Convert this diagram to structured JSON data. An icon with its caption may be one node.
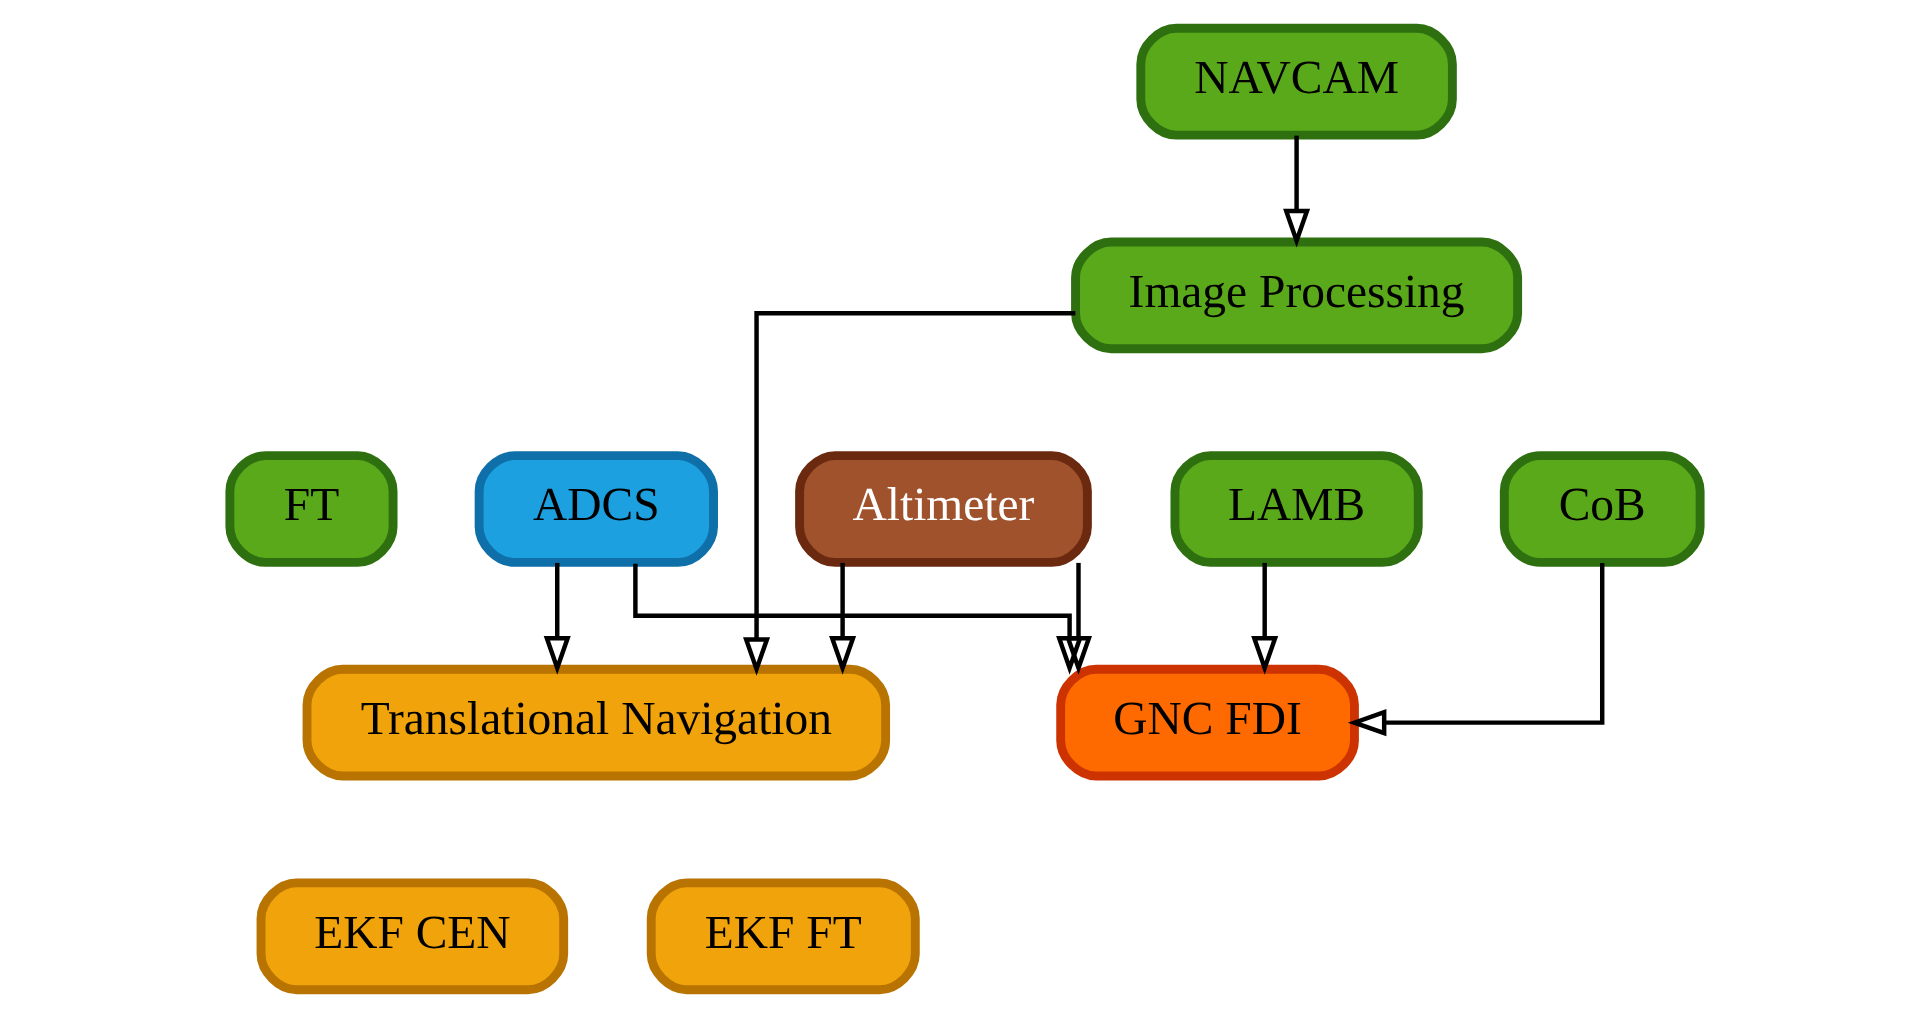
{
  "diagram": {
    "nodes": [
      {
        "text": [
          "NAVCAM"
        ]
      },
      {
        "text": [
          "ADCS"
        ]
      },
      {
        "text": [
          "Image Processing"
        ]
      },
      {
        "text": [
          "LAMB"
        ]
      },
      {
        "text": [
          "CoB"
        ]
      },
      {
        "text": [
          "FT"
        ]
      },
      {
        "text": [
          "Translational Navigation"
        ]
      },
      {
        "text": [
          "EKF CEN"
        ]
      },
      {
        "text": [
          "EKF FT"
        ]
      },
      {
        "text": [
          "Altimeter"
        ]
      },
      {
        "text": [
          "GNC FDI"
        ]
      }
    ],
    "edges": [
      {
        "from": 0,
        "to": 2,
        "arrow": "to"
      },
      {
        "from": 1,
        "to": 6,
        "arrow": "to"
      },
      {
        "from": 2,
        "to": 6,
        "arrow": "to"
      },
      {
        "from": 9,
        "to": 6,
        "arrow": "to"
      },
      {
        "from": 1,
        "to": 10,
        "arrow": "to"
      },
      {
        "from": 3,
        "to": 10,
        "arrow": "to"
      },
      {
        "from": 4,
        "to": 10,
        "arrow": "to"
      },
      {
        "from": 9,
        "to": 10,
        "arrow": "to"
      }
    ]
  }
}
